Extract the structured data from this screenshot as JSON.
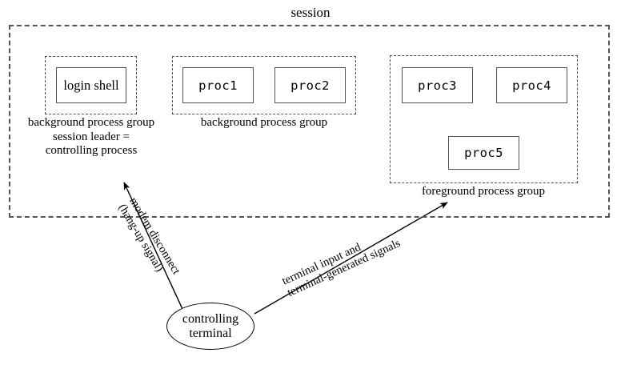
{
  "diagram": {
    "title": "session",
    "session_label": "session",
    "process_groups": [
      {
        "id": "login-group",
        "caption": "background process group",
        "sub_caption_line1": "session leader =",
        "sub_caption_line2": "controlling process",
        "processes": [
          {
            "id": "login-shell",
            "label": "login shell",
            "style": "serif"
          }
        ]
      },
      {
        "id": "background-group-2",
        "caption": "background process group",
        "processes": [
          {
            "id": "proc1",
            "label": "proc1",
            "style": "mono"
          },
          {
            "id": "proc2",
            "label": "proc2",
            "style": "mono"
          }
        ]
      },
      {
        "id": "foreground-group",
        "caption": "foreground process group",
        "processes": [
          {
            "id": "proc3",
            "label": "proc3",
            "style": "mono"
          },
          {
            "id": "proc4",
            "label": "proc4",
            "style": "mono"
          },
          {
            "id": "proc5",
            "label": "proc5",
            "style": "mono"
          }
        ]
      }
    ],
    "terminal": {
      "label_line1": "controlling",
      "label_line2": "terminal"
    },
    "arrows": [
      {
        "id": "hangup-arrow",
        "label_line1": "modem disconnect",
        "label_line2": "(hang-up signal)",
        "from": "controlling terminal",
        "to": "session"
      },
      {
        "id": "terminal-input-arrow",
        "label_line1": "terminal input and",
        "label_line2": "terminal-generated signals",
        "from": "controlling terminal",
        "to": "foreground process group"
      }
    ],
    "colors": {
      "stroke": "#000000",
      "dashed_stroke": "#555555",
      "background": "#ffffff"
    }
  }
}
